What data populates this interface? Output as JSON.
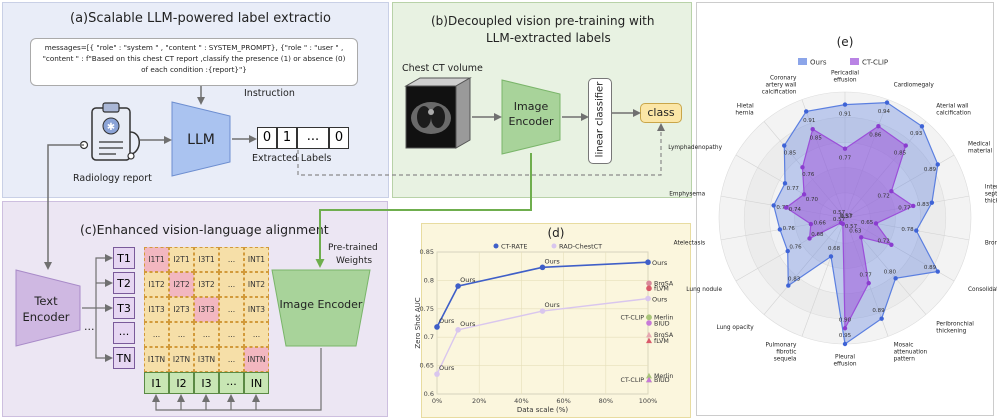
{
  "panel_a": {
    "title": "(a)Scalable LLM-powered label extractio",
    "prompt_lines": [
      "messages=[{ \"role\" : \"system \" , \"content \" : SYSTEM_PROMPT},  {\"role \" : \"user \" ,",
      "\"content \" : f\"Based on this chest CT report ,classify the presence (1) or absence (0)",
      "of each condition :{report}\"}"
    ],
    "instruction_label": "Instruction",
    "report_label": "Radiology report",
    "llm_label": "LLM",
    "label_cells": [
      "0",
      "1",
      "...",
      "0"
    ],
    "extracted_label": "Extracted Labels"
  },
  "panel_b": {
    "title_line1": "(b)Decoupled vision pre-training with",
    "title_line2": "LLM-extracted labels",
    "volume_label": "Chest CT volume",
    "encoder_line1": "Image",
    "encoder_line2": "Encoder",
    "classifier_label": "linear classifier",
    "class_label": "class"
  },
  "panel_c": {
    "title": "(c)Enhanced vision-language alignment",
    "text_encoder_line1": "Text",
    "text_encoder_line2": "Encoder",
    "text_tokens": [
      "T1",
      "T2",
      "T3",
      "...",
      "TN"
    ],
    "image_tokens": [
      "I1",
      "I2",
      "I3",
      "...",
      "IN"
    ],
    "matrix": [
      [
        "I1T1",
        "I2T1",
        "I3T1",
        "...",
        "INT1"
      ],
      [
        "I1T2",
        "I2T2",
        "I3T2",
        "...",
        "INT2"
      ],
      [
        "I1T3",
        "I2T3",
        "I3T3",
        "...",
        "INT3"
      ],
      [
        "...",
        "...",
        "...",
        "...",
        "..."
      ],
      [
        "I1TN",
        "I2TN",
        "I3TN",
        "...",
        "INTN"
      ]
    ],
    "pretrained_line1": "Pre-trained",
    "pretrained_line2": "Weights",
    "image_encoder_label": "Image Encoder",
    "ellipsis": "..."
  },
  "chart_data": [
    {
      "type": "line",
      "title": "(d)",
      "xlabel": "Data scale (%)",
      "ylabel": "Zero Shot AUC",
      "xlim": [
        0,
        100
      ],
      "ylim": [
        0.6,
        0.85
      ],
      "xticks": [
        "0%",
        "20%",
        "40%",
        "60%",
        "80%",
        "100%"
      ],
      "yticks": [
        "0.6",
        "0.65",
        "0.7",
        "0.75",
        "0.8",
        "0.85"
      ],
      "grid": true,
      "legend": "top",
      "series": [
        {
          "name": "CT-RATE",
          "color": "#3f5fc8",
          "x": [
            0,
            10,
            50,
            100
          ],
          "y": [
            0.718,
            0.79,
            0.823,
            0.832
          ],
          "labels": [
            "Ours",
            "Ours",
            "Ours",
            "Ours"
          ]
        },
        {
          "name": "RAD-ChestCT",
          "color": "#d9c6ee",
          "x": [
            0,
            10,
            50,
            100
          ],
          "y": [
            0.635,
            0.713,
            0.746,
            0.768
          ],
          "labels": [
            "Ours",
            "Ours",
            "Ours",
            "Ours"
          ]
        }
      ],
      "baselines": [
        {
          "name": "BrgSA",
          "group": "CT-RATE",
          "marker": "circle",
          "color": "#d98a9a",
          "y": 0.795
        },
        {
          "name": "fLVM",
          "group": "CT-RATE",
          "marker": "circle",
          "color": "#d95a6a",
          "y": 0.786
        },
        {
          "name": "CT-CLIP",
          "group": "CT-RATE",
          "marker": "circle",
          "color": "#9bbf5a",
          "y": 0.735
        },
        {
          "name": "Merlin",
          "group": "CT-RATE",
          "marker": "circle",
          "color": "#a8c47a",
          "y": 0.735
        },
        {
          "name": "BIUD",
          "group": "CT-RATE",
          "marker": "circle",
          "color": "#c77ad8",
          "y": 0.725
        },
        {
          "name": "BrgSA",
          "group": "RAD-ChestCT",
          "marker": "triangle",
          "color": "#e6a8b0",
          "y": 0.704
        },
        {
          "name": "fLVM",
          "group": "RAD-ChestCT",
          "marker": "triangle",
          "color": "#d95a6a",
          "y": 0.694
        },
        {
          "name": "Merlin",
          "group": "RAD-ChestCT",
          "marker": "triangle",
          "color": "#a8c47a",
          "y": 0.632
        },
        {
          "name": "CT-CLIP",
          "group": "RAD-ChestCT",
          "marker": "triangle",
          "color": "#9bbf5a",
          "y": 0.625
        },
        {
          "name": "BIUD",
          "group": "RAD-ChestCT",
          "marker": "triangle",
          "color": "#c77ad8",
          "y": 0.625
        }
      ]
    },
    {
      "type": "radar",
      "title": "(e)",
      "legend": "top",
      "axes": [
        "Pericadial effusion",
        "Cardiomegaly",
        "Aterial wall calcification",
        "Medical material",
        "Interlobular septal thickening",
        "Bronchiectasis",
        "Consolidation",
        "Peribronchial thickening",
        "Mosaic attenuation pattern",
        "Pleural effusion",
        "Pulmonary fibrotic sequela",
        "Lung opacity",
        "Lung nodule",
        "Atelectasis",
        "Emphysema",
        "Lymphadenopathy",
        "Hietal hernia",
        "Coronary artery wall calcification"
      ],
      "rlim": [
        0.55,
        0.95
      ],
      "series": [
        {
          "name": "Ours",
          "color": "#5b7fe0",
          "values": [
            0.91,
            0.94,
            0.93,
            0.89,
            0.83,
            0.78,
            0.89,
            0.8,
            0.89,
            0.95,
            0.68,
            0.83,
            0.76,
            0.76,
            0.78,
            0.77,
            0.85,
            0.91
          ]
        },
        {
          "name": "CT-CLIP",
          "color": "#9b4fd9",
          "values": [
            0.77,
            0.86,
            0.85,
            0.72,
            0.77,
            0.65,
            0.72,
            0.63,
            0.77,
            0.9,
            0.57,
            0.57,
            0.68,
            0.66,
            0.74,
            0.7,
            0.76,
            0.85
          ]
        }
      ],
      "labels_ours": [
        "0.91",
        "0.94",
        "0.93",
        "0.89",
        "0.83",
        "0.78",
        "0.89",
        "0.80",
        "0.89",
        "0.95",
        "0.68",
        "0.83",
        "0.76",
        "0.76",
        "0.78",
        "0.77",
        "0.85",
        "0.91"
      ],
      "labels_ctclip": [
        "0.77",
        "0.86",
        "0.85",
        "0.72",
        "0.77",
        "0.65",
        "0.72",
        "0.63",
        "0.77",
        "0.90",
        "0.57",
        "0.57",
        "0.68",
        "0.66",
        "0.74",
        "0.70",
        "0.76",
        "0.85"
      ],
      "center_labels": [
        "0.57",
        "0.57",
        "0.57"
      ]
    }
  ],
  "colors": {
    "llm_box": "#aac3f0",
    "encoder_box": "#a8d39a",
    "text_encoder": "#cfb8e2",
    "class_box": "#fbe6a6",
    "matrix_yellow": "#f6dfa8",
    "matrix_diag": "#f2b7c0",
    "token_green": "#c8e6b4",
    "token_purple": "#e6d6f2",
    "arrow_green": "#6fae4e",
    "arrow_grey": "#707070"
  }
}
